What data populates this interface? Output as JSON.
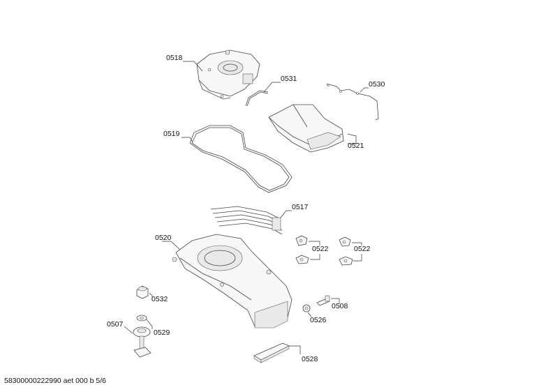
{
  "diagram": {
    "labels": {
      "p0518": "0518",
      "p0531": "0531",
      "p0530": "0530",
      "p0519": "0519",
      "p0521": "0521",
      "p0517": "0517",
      "p0520": "0520",
      "p0522a": "0522",
      "p0522b": "0522",
      "p0532": "0532",
      "p0508": "0508",
      "p0526": "0526",
      "p0507": "0507",
      "p0529": "0529",
      "p0528": "0528"
    }
  },
  "footer": {
    "text": "58300000222990 aet 000 b 5/6"
  }
}
